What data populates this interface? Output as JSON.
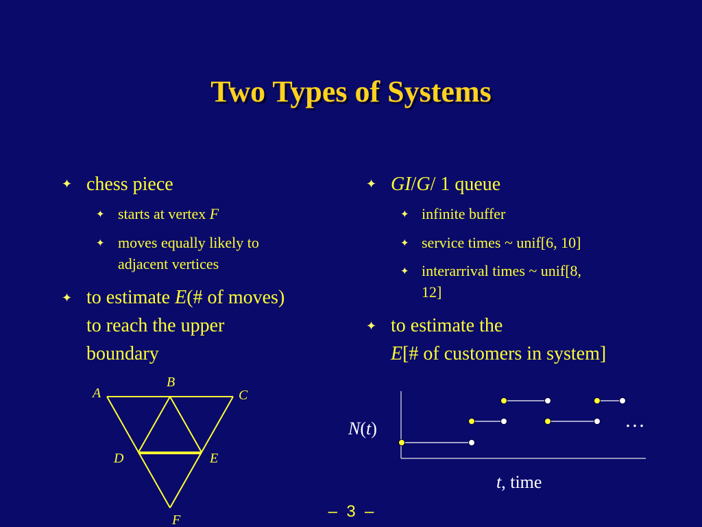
{
  "title": "Two Types of Systems",
  "bullet_mark": "✦",
  "left": {
    "b1": "chess piece",
    "b1_sub1_text": "starts at vertex ",
    "b1_sub1_var": "F",
    "b1_sub2_line1": "moves equally likely to",
    "b1_sub2_line2": "adjacent vertices",
    "b2_prefix": "to estimate ",
    "b2_var": "E",
    "b2_suffix": "(# of moves)",
    "b2_line2": "to reach the upper",
    "b2_line3": "boundary"
  },
  "right": {
    "b1_gi": "GI",
    "b1_sep1": "/",
    "b1_g": "G",
    "b1_sep2": "/",
    "b1_rest": " 1 queue",
    "sub1": "infinite buffer",
    "sub2": "service times ~ unif[6, 10]",
    "sub3_line1": "interarrival times ~ unif[8,",
    "sub3_line2": "12]",
    "b2_line1": "to estimate the",
    "b2_var": "E",
    "b2_rest": "[# of customers in system]"
  },
  "graph": {
    "vertices": [
      "A",
      "B",
      "C",
      "D",
      "E",
      "F"
    ]
  },
  "plot": {
    "ylabel_N": "N",
    "ylabel_open": "(",
    "ylabel_t": "t",
    "ylabel_close": ")",
    "xlabel_t": "t",
    "xlabel_rest": ", time",
    "ellipsis": "…"
  },
  "colors": {
    "background": "#0a0a6b",
    "title": "#ffd21e",
    "text": "#ffff33",
    "line": "#ffff33",
    "dot_filled": "#ffff33",
    "dot_open": "#ffffff",
    "axis": "#e8e8e8"
  },
  "page": {
    "dash_left": "–",
    "number": "3",
    "dash_right": "–"
  }
}
